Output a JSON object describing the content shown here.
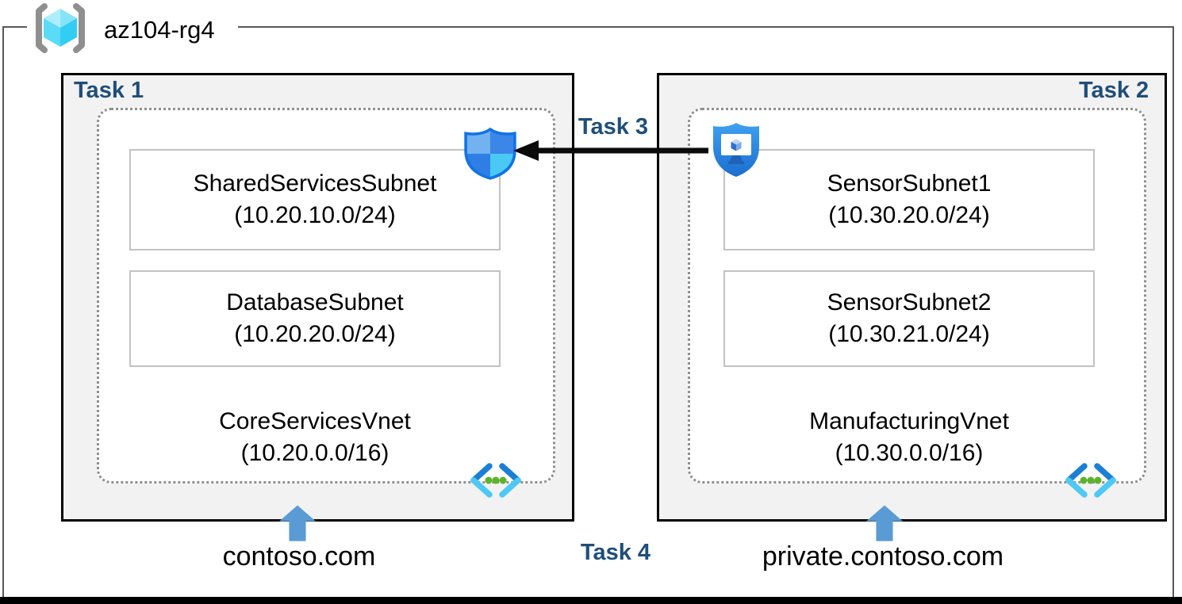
{
  "header": {
    "resource_group_name": "az104-rg4"
  },
  "left_group": {
    "task_label": "Task 1",
    "subnets": [
      {
        "name": "SharedServicesSubnet",
        "cidr": "(10.20.10.0/24)"
      },
      {
        "name": "DatabaseSubnet",
        "cidr": "(10.20.20.0/24)"
      }
    ],
    "vnet": {
      "name": "CoreServicesVnet",
      "cidr": "(10.20.0.0/16)"
    },
    "dns_label": "contoso.com"
  },
  "right_group": {
    "task_label": "Task 2",
    "subnets": [
      {
        "name": "SensorSubnet1",
        "cidr": "(10.30.20.0/24)"
      },
      {
        "name": "SensorSubnet2",
        "cidr": "(10.30.21.0/24)"
      }
    ],
    "vnet": {
      "name": "ManufacturingVnet",
      "cidr": "(10.30.0.0/16)"
    },
    "dns_label": "private.contoso.com"
  },
  "annotations": {
    "peering_task_label": "Task 3",
    "dns_task_label": "Task 4"
  },
  "icons": {
    "resource_group": "resource-group-cube-in-brackets",
    "left_shield": "network-security-group-shield",
    "right_shield": "shielded-vm-monitor",
    "vnet": "virtual-network-chevrons-dots"
  },
  "colors": {
    "task_label": "#1F4E79",
    "group_box_fill": "#F2F2F2",
    "group_box_border": "#000000",
    "vnet_dotted_border": "#8F8F8F",
    "subnet_box_border": "#C2C2C2",
    "rg_frame_border": "#595959",
    "black_arrow": "#0A0A0A",
    "blue_arrow": "#5B9BD5",
    "vnet_icon_blue": "#1B7FD6",
    "vnet_icon_cyan": "#4CC9F4",
    "vnet_icon_green": "#5CB32B",
    "rg_cube_cyan": "#33CDF3"
  }
}
